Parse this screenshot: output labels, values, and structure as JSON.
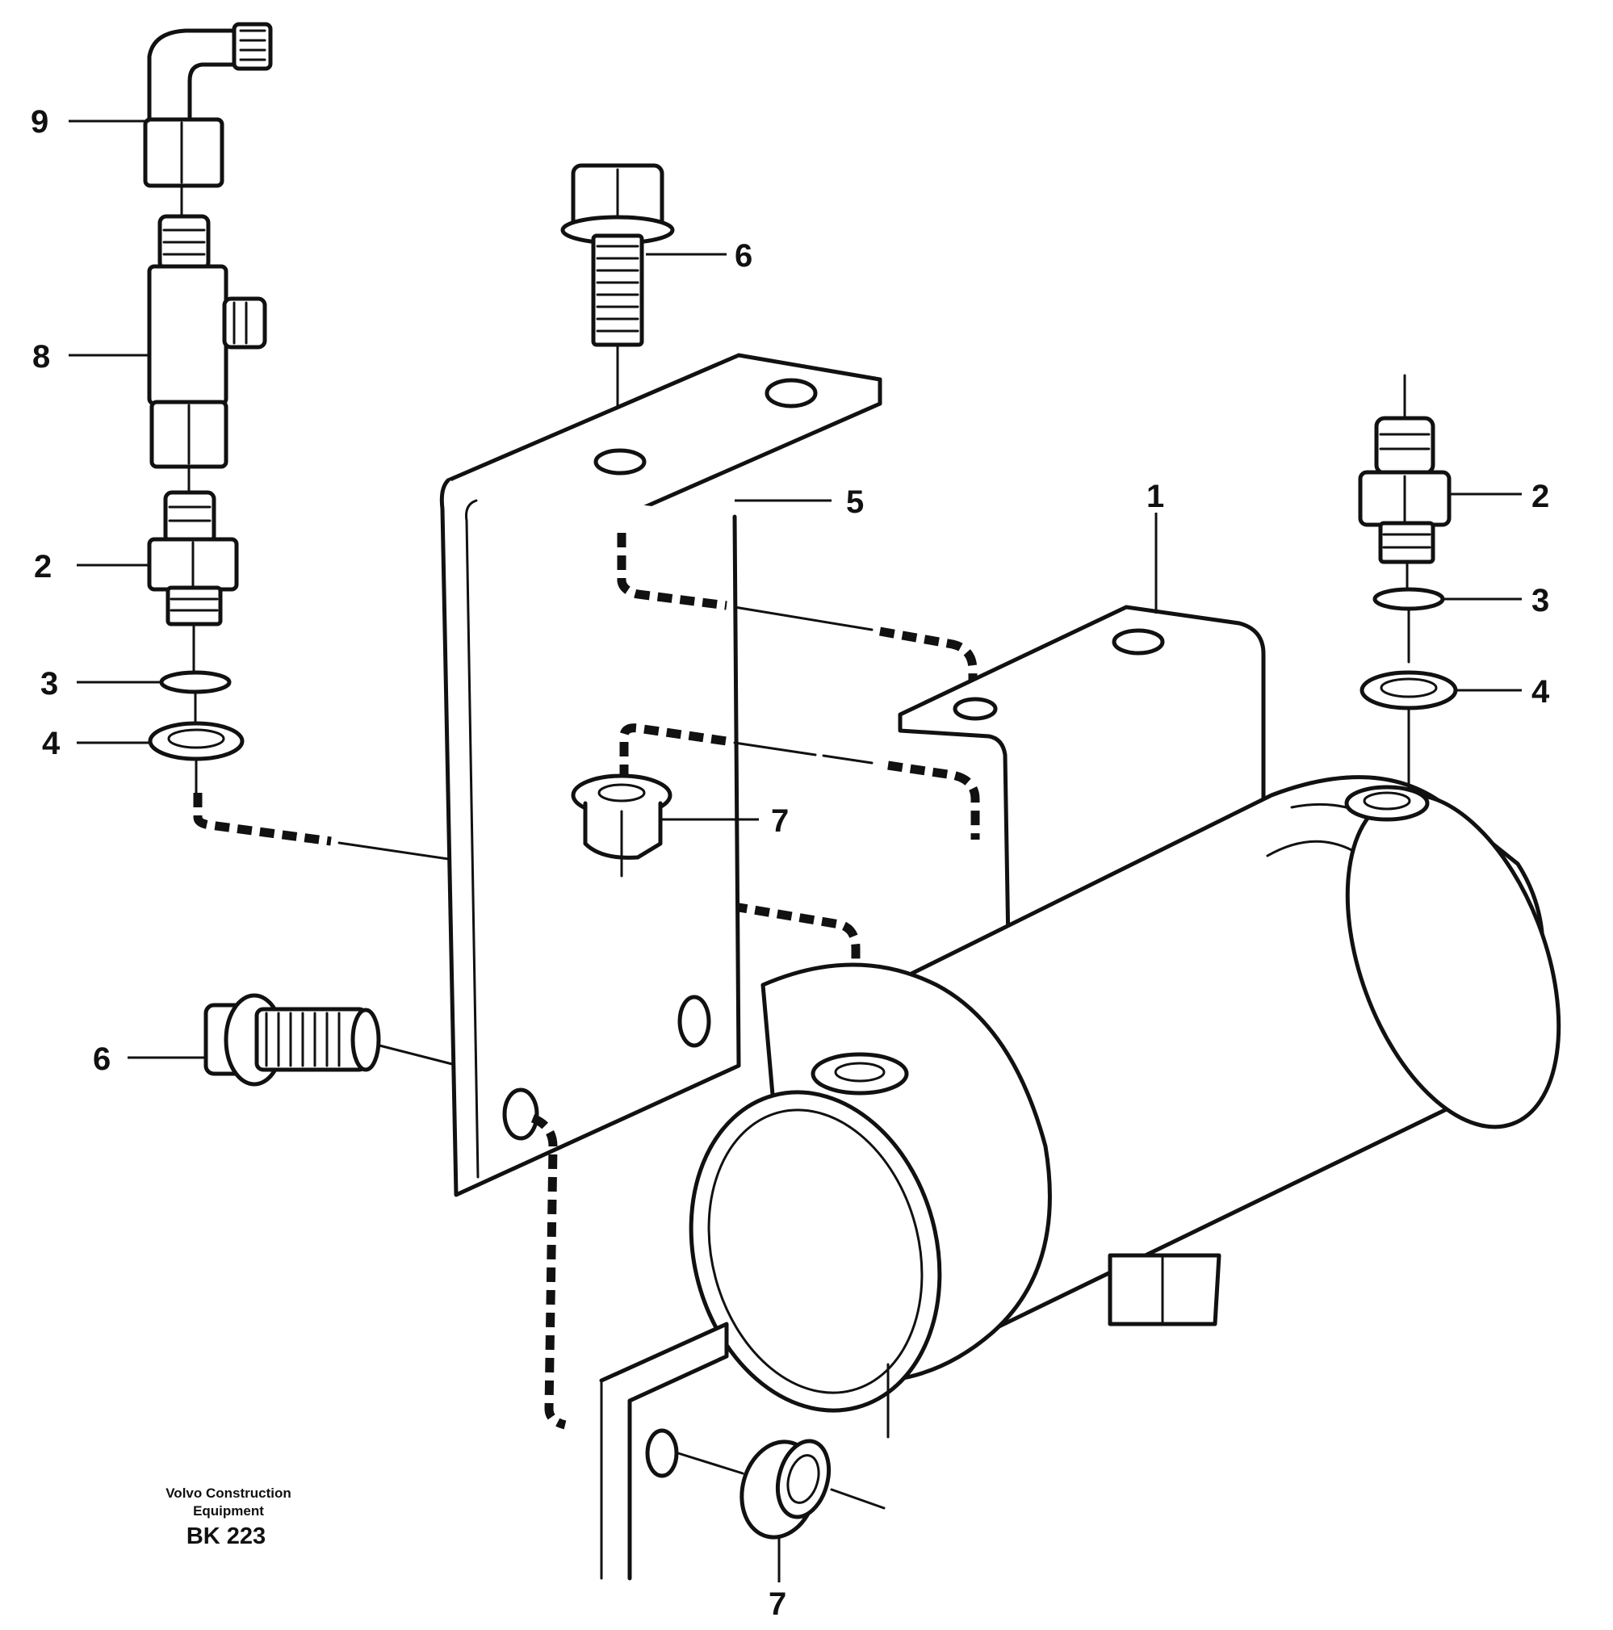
{
  "callouts": {
    "c9": "9",
    "c8": "8",
    "c2_left": "2",
    "c3_left": "3",
    "c4_left": "4",
    "c6_top": "6",
    "c5": "5",
    "c7_mid": "7",
    "c6_left": "6",
    "c1": "1",
    "c2_right": "2",
    "c3_right": "3",
    "c4_right": "4",
    "c7_bottom": "7"
  },
  "footer": {
    "company_line1": "Volvo Construction",
    "company_line2": "Equipment",
    "code": "BK 223"
  }
}
